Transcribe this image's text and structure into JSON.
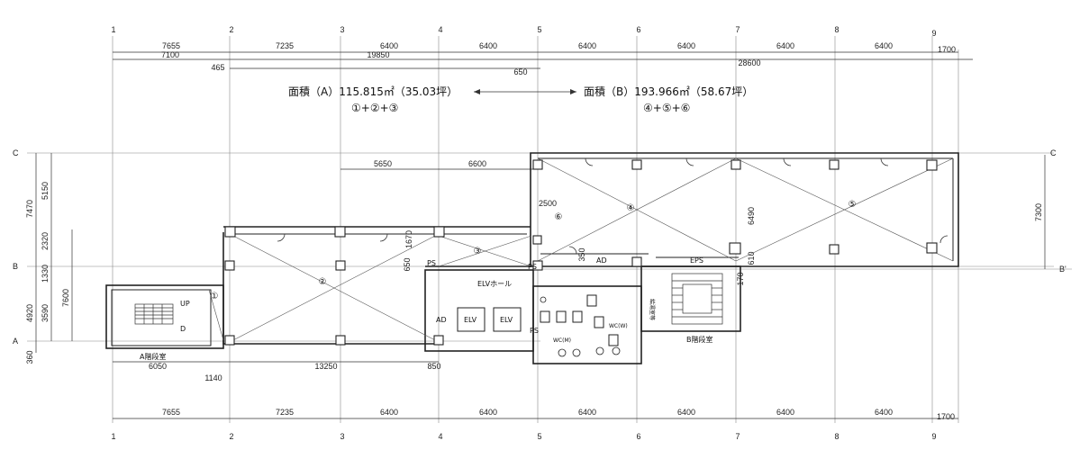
{
  "grid": {
    "columns": [
      "1",
      "2",
      "3",
      "4",
      "5",
      "6",
      "7",
      "8",
      "9"
    ],
    "rows": [
      "C",
      "B",
      "A"
    ],
    "b_prime": "B'"
  },
  "dims": {
    "top_spans": [
      "7655",
      "7235",
      "6400",
      "6400",
      "6400",
      "6400",
      "6400",
      "6400",
      "1700"
    ],
    "bottom_spans": [
      "7655",
      "7235",
      "6400",
      "6400",
      "6400",
      "6400",
      "6400",
      "6400",
      "1700"
    ],
    "top_a": "7100",
    "top_b": "19850",
    "top_c": "28600",
    "top_465": "465",
    "top_650": "650",
    "mid_5650": "5650",
    "mid_6600": "6600",
    "mid_2500": "2500",
    "left_7470": "7470",
    "left_5150": "5150",
    "left_2320": "2320",
    "left_1330": "1330",
    "left_7600": "7600",
    "left_4920": "4920",
    "left_3590": "3590",
    "left_360": "360",
    "right_7300": "7300",
    "v_6490": "6490",
    "v_610": "610",
    "v_170": "170",
    "v_1670": "1670",
    "v_650": "650",
    "v_350": "350",
    "low_6050": "6050",
    "low_13250": "13250",
    "low_1140": "1140",
    "low_850": "850"
  },
  "areas": {
    "a_text": "面積（A）115.815㎡（35.03坪）",
    "a_formula": "①+②+③",
    "b_text": "面積（B）193.966㎡（58.67坪）",
    "b_formula": "④+⑤+⑥"
  },
  "zones": [
    "①",
    "②",
    "③",
    "④",
    "⑤",
    "⑥"
  ],
  "rooms": {
    "stair_a": "A階段室",
    "stair_b": "B階段室",
    "elv_hall": "ELVホール",
    "elv": "ELV",
    "ps": "PS",
    "ad": "AD",
    "eps": "EPS",
    "wc_m": "WC(M)",
    "wc_w": "WC(W)",
    "updn": "UP",
    "dn": "D",
    "vert_label": "給湯室等"
  }
}
